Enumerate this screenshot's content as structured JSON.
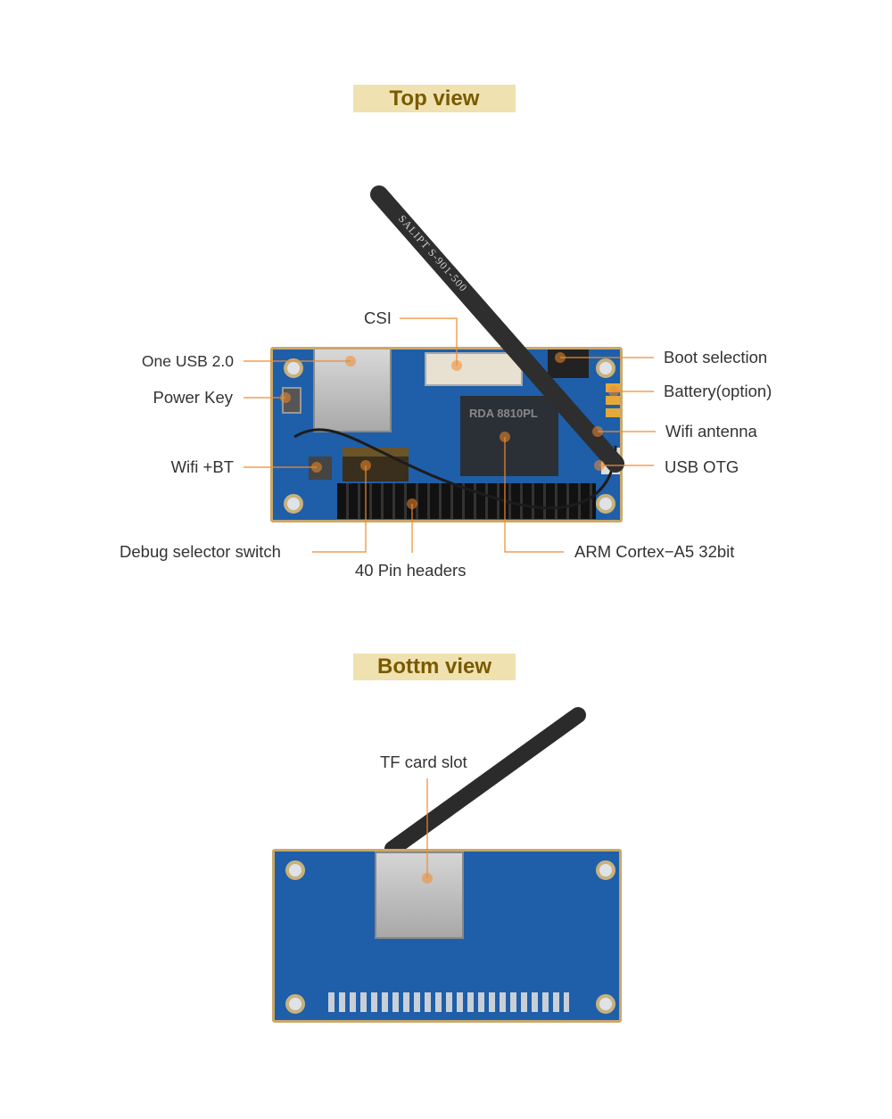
{
  "top_view": {
    "title": "Top view",
    "labels": {
      "csi": "CSI",
      "usb": "One USB 2.0",
      "power_key": "Power Key",
      "wifi_bt": "Wifi +BT",
      "debug_switch": "Debug selector switch",
      "pin_headers": "40 Pin headers",
      "cpu": "ARM Cortex−A5 32bit",
      "boot": "Boot selection",
      "battery": "Battery(option)",
      "wifi_antenna": "Wifi antenna",
      "usb_otg": "USB OTG"
    },
    "chip_text": "RDA 8810PL",
    "antenna_text": "SALIPT S-901-500"
  },
  "bottom_view": {
    "title": "Bottm view",
    "labels": {
      "tf_card": "TF card slot"
    }
  },
  "colors": {
    "title_bg": "#efe2b0",
    "title_text": "#7a5a00",
    "callout": "#f08a2c",
    "board": "#1f5ea8"
  }
}
